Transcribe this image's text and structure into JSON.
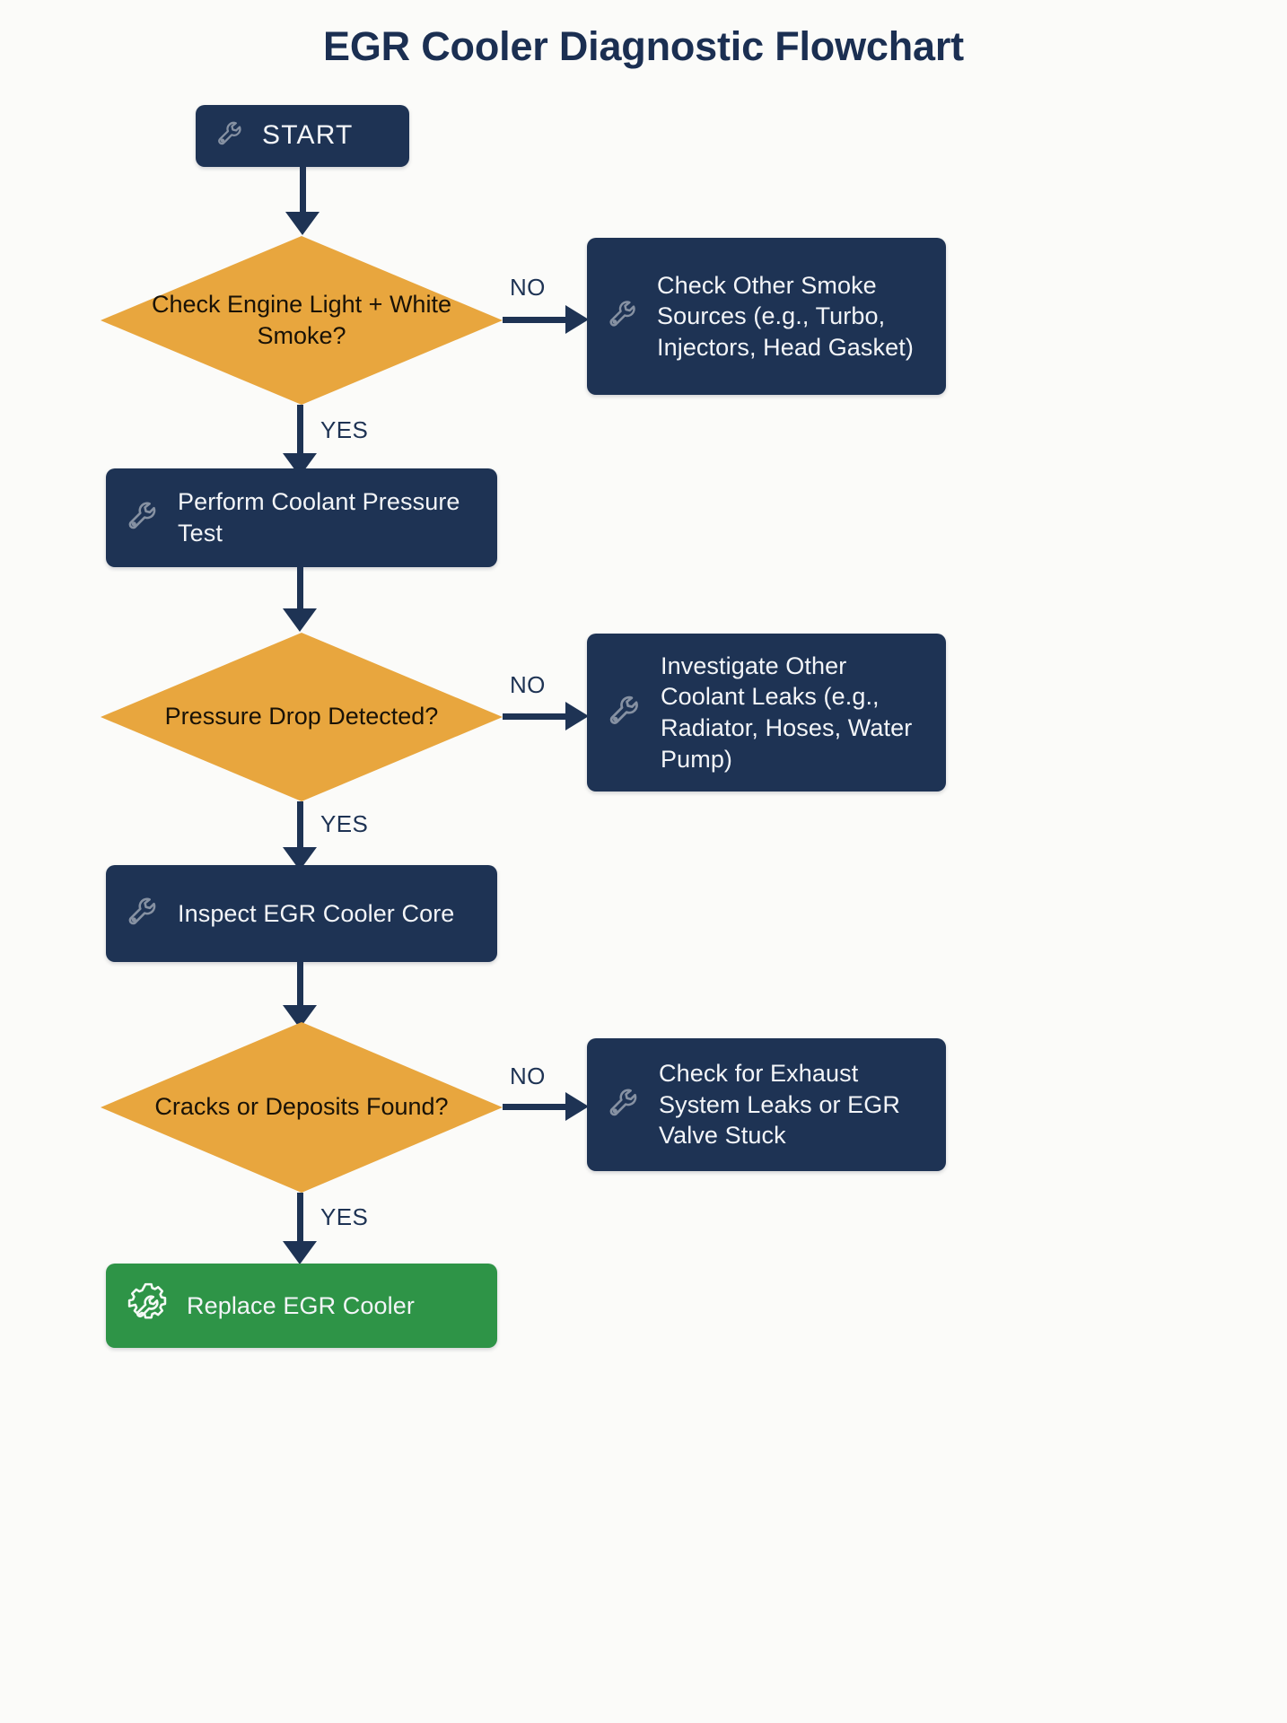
{
  "title": "EGR Cooler Diagnostic Flowchart",
  "colors": {
    "background": "#FBFBF9",
    "process_fill": "#1E3354",
    "decision_fill": "#E8A63E",
    "terminal_fill": "#2E9447",
    "connector": "#1E3354",
    "process_text": "#F3F5F8",
    "decision_text": "#191207",
    "title_text": "#1B2F52"
  },
  "nodes": {
    "start": {
      "label": "START",
      "icon": "wrench-icon",
      "shape": "process"
    },
    "decision1": {
      "label": "Check Engine Light + White Smoke?",
      "shape": "decision"
    },
    "no1": {
      "label": "Check Other Smoke Sources (e.g., Turbo, Injectors, Head Gasket)",
      "icon": "wrench-icon",
      "shape": "process"
    },
    "process1": {
      "label": "Perform Coolant Pressure Test",
      "icon": "wrench-icon",
      "shape": "process"
    },
    "decision2": {
      "label": "Pressure Drop Detected?",
      "shape": "decision"
    },
    "no2": {
      "label": "Investigate Other Coolant Leaks (e.g., Radiator, Hoses, Water Pump)",
      "icon": "wrench-icon",
      "shape": "process"
    },
    "process2": {
      "label": "Inspect EGR Cooler Core",
      "icon": "wrench-icon",
      "shape": "process"
    },
    "decision3": {
      "label": "Cracks or Deposits Found?",
      "shape": "decision"
    },
    "no3": {
      "label": "Check for Exhaust System Leaks or EGR Valve Stuck",
      "icon": "wrench-icon",
      "shape": "process"
    },
    "result": {
      "label": "Replace EGR Cooler",
      "icon": "gear-wrench-icon",
      "shape": "terminal"
    }
  },
  "edges": {
    "start_to_d1": {
      "label": ""
    },
    "d1_no": {
      "label": "NO"
    },
    "d1_yes": {
      "label": "YES"
    },
    "p1_to_d2": {
      "label": ""
    },
    "d2_no": {
      "label": "NO"
    },
    "d2_yes": {
      "label": "YES"
    },
    "p2_to_d3": {
      "label": ""
    },
    "d3_no": {
      "label": "NO"
    },
    "d3_yes": {
      "label": "YES"
    }
  }
}
